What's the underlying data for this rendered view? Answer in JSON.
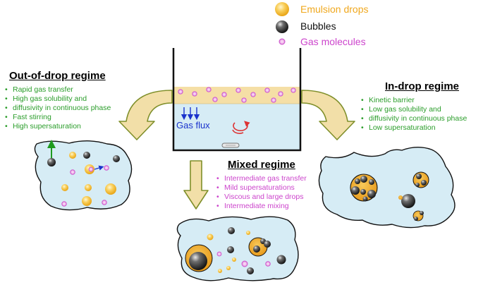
{
  "legend": {
    "emulsion_drops": "Emulsion drops",
    "bubbles": "Bubbles",
    "gas_molecules": "Gas molecules"
  },
  "beaker": {
    "gas_flux": "Gas flux"
  },
  "out_of_drop": {
    "title": "Out-of-drop regime",
    "bullets": [
      "Rapid gas transfer",
      "High gas solubility and",
      "diffusivity in continuous phase",
      "Fast stirring",
      "High supersaturation"
    ]
  },
  "in_drop": {
    "title": "In-drop regime",
    "bullets": [
      "Kinetic barrier",
      "Low gas solubility and",
      "diffusivity in continuous phase",
      "Low supersaturation"
    ]
  },
  "mixed": {
    "title": "Mixed regime",
    "bullets": [
      "Intermediate gas transfer",
      "Mild supersaturations",
      "Viscous and large drops",
      "Intermediate mixing"
    ]
  },
  "colors": {
    "emulsion_drop": "#f5b82e",
    "bubble": "#2b2b2b",
    "gas_molecule": "#cc55cc",
    "liquid": "#d6ecf5",
    "oil_layer": "#f5dfa6",
    "arrow_fill": "#f2dfa8",
    "arrow_stroke": "#7f8f2a",
    "green_text": "#2a9d2a",
    "pink_text": "#cc44cc",
    "flux_blue": "#1a33cc"
  }
}
